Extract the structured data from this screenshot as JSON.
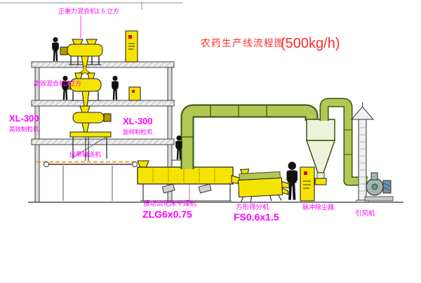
{
  "title": {
    "main": "农药生产线流程图",
    "capacity": "(500kg/h)"
  },
  "labels": {
    "top_mixer": "正重力混合机1.5 立方",
    "high_mixer": "高效混合机3立方",
    "left_model": "XL-300",
    "left_name": "高效制粒机",
    "center_model": "XL-300",
    "center_name": "旋转制粒机",
    "belt": "皮带输送机",
    "dryer_name": "振动流化床干燥机",
    "dryer_model": "ZLG6x0.75",
    "sifter_name": "方形筛分机",
    "sifter_model": "FS0.6x1.5",
    "dust_collector": "脉冲除尘器",
    "fan": "引风机"
  },
  "colors": {
    "label": "#ff00ff",
    "title": "#ff2a2a",
    "equipment_yellow": "#f5e400",
    "duct_green": "#b3c753",
    "duct_outline": "#33550f",
    "structure_gray": "#d8d8d8"
  }
}
